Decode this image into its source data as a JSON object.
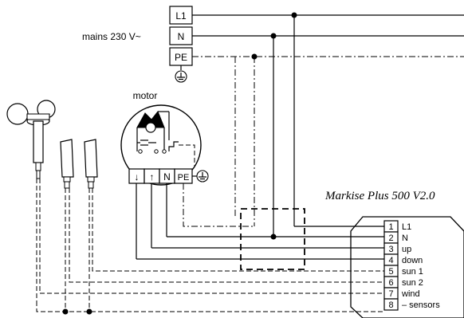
{
  "mains": {
    "label": "mains 230 V~",
    "terminals": [
      "L1",
      "N",
      "PE"
    ]
  },
  "motor": {
    "label": "motor",
    "terminals": [
      "↓",
      "↑",
      "N",
      "PE"
    ]
  },
  "device": {
    "title": "Markise Plus 500 V2.0",
    "terminals": [
      {
        "num": "1",
        "label": "L1"
      },
      {
        "num": "2",
        "label": "N"
      },
      {
        "num": "3",
        "label": "up"
      },
      {
        "num": "4",
        "label": "down"
      },
      {
        "num": "5",
        "label": "sun 1"
      },
      {
        "num": "6",
        "label": "sun 2"
      },
      {
        "num": "7",
        "label": "wind"
      },
      {
        "num": "8",
        "label": "– sensors"
      }
    ]
  },
  "icons": {
    "ground": "earth-ground-icon",
    "anemometer": "anemometer-sensor-icon",
    "sun_sensor": "sun-sensor-icon"
  }
}
